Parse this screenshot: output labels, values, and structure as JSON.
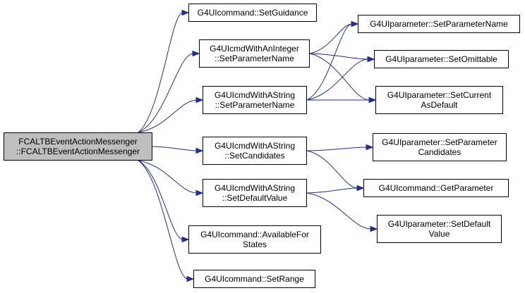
{
  "graph": {
    "edge_color": "#1f2f8a",
    "root_fill": "#bfbfbf",
    "nodes": [
      {
        "id": "root",
        "lines": [
          "FCALTBEventActionMessenger",
          "::FCALTBEventActionMessenger"
        ]
      },
      {
        "id": "setGuidance",
        "lines": [
          "G4UIcommand::SetGuidance"
        ]
      },
      {
        "id": "intSetParamName",
        "lines": [
          "G4UIcmdWithAnInteger",
          "::SetParameterName"
        ]
      },
      {
        "id": "strSetParamName",
        "lines": [
          "G4UIcmdWithAString",
          "::SetParameterName"
        ]
      },
      {
        "id": "strSetCandidates",
        "lines": [
          "G4UIcmdWithAString",
          "::SetCandidates"
        ]
      },
      {
        "id": "strSetDefaultValue",
        "lines": [
          "G4UIcmdWithAString",
          "::SetDefaultValue"
        ]
      },
      {
        "id": "availableForStates",
        "lines": [
          "G4UIcommand::AvailableFor",
          "States"
        ]
      },
      {
        "id": "setRange",
        "lines": [
          "G4UIcommand::SetRange"
        ]
      },
      {
        "id": "paramSetParameterName",
        "lines": [
          "G4UIparameter::SetParameterName"
        ]
      },
      {
        "id": "paramSetOmittable",
        "lines": [
          "G4UIparameter::SetOmittable"
        ]
      },
      {
        "id": "paramSetCurrentAsDefault",
        "lines": [
          "G4UIparameter::SetCurrent",
          "AsDefault"
        ]
      },
      {
        "id": "paramSetParameterCandidates",
        "lines": [
          "G4UIparameter::SetParameter",
          "Candidates"
        ]
      },
      {
        "id": "cmdGetParameter",
        "lines": [
          "G4UIcommand::GetParameter"
        ]
      },
      {
        "id": "paramSetDefaultValue",
        "lines": [
          "G4UIparameter::SetDefault",
          "Value"
        ]
      }
    ],
    "edges": [
      [
        "root",
        "setGuidance"
      ],
      [
        "root",
        "intSetParamName"
      ],
      [
        "root",
        "strSetParamName"
      ],
      [
        "root",
        "strSetCandidates"
      ],
      [
        "root",
        "strSetDefaultValue"
      ],
      [
        "root",
        "availableForStates"
      ],
      [
        "root",
        "setRange"
      ],
      [
        "intSetParamName",
        "paramSetParameterName"
      ],
      [
        "intSetParamName",
        "paramSetOmittable"
      ],
      [
        "intSetParamName",
        "paramSetCurrentAsDefault"
      ],
      [
        "strSetParamName",
        "paramSetParameterName"
      ],
      [
        "strSetParamName",
        "paramSetOmittable"
      ],
      [
        "strSetParamName",
        "paramSetCurrentAsDefault"
      ],
      [
        "strSetCandidates",
        "paramSetParameterCandidates"
      ],
      [
        "strSetCandidates",
        "cmdGetParameter"
      ],
      [
        "strSetDefaultValue",
        "cmdGetParameter"
      ],
      [
        "strSetDefaultValue",
        "paramSetDefaultValue"
      ]
    ]
  }
}
